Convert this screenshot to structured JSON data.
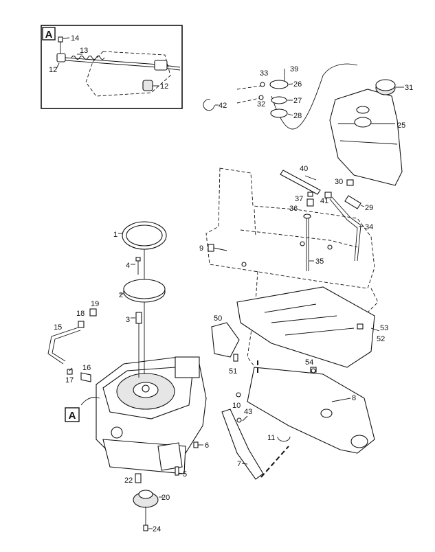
{
  "inset": {
    "tag": "A",
    "labels": [
      "14",
      "13",
      "12",
      "12"
    ]
  },
  "engine_tag": "A",
  "callouts": {
    "c1": "1",
    "c2": "2",
    "c3": "3",
    "c4": "4",
    "c5": "5",
    "c6": "6",
    "c7": "7",
    "c8": "8",
    "c9": "9",
    "c10": "10",
    "c11": "11",
    "c15": "15",
    "c16": "16",
    "c17": "17",
    "c18": "18",
    "c19": "19",
    "c20": "20",
    "c22": "22",
    "c24": "24",
    "c25": "25",
    "c26": "26",
    "c27": "27",
    "c28": "28",
    "c29": "29",
    "c30": "30",
    "c31": "31",
    "c32": "32",
    "c33": "33",
    "c34": "34",
    "c35": "35",
    "c36": "36",
    "c37": "37",
    "c39": "39",
    "c40": "40",
    "c41": "41",
    "c42": "42",
    "c43": "43",
    "c50": "50",
    "c51": "51",
    "c52": "52",
    "c53": "53",
    "c54": "54"
  }
}
